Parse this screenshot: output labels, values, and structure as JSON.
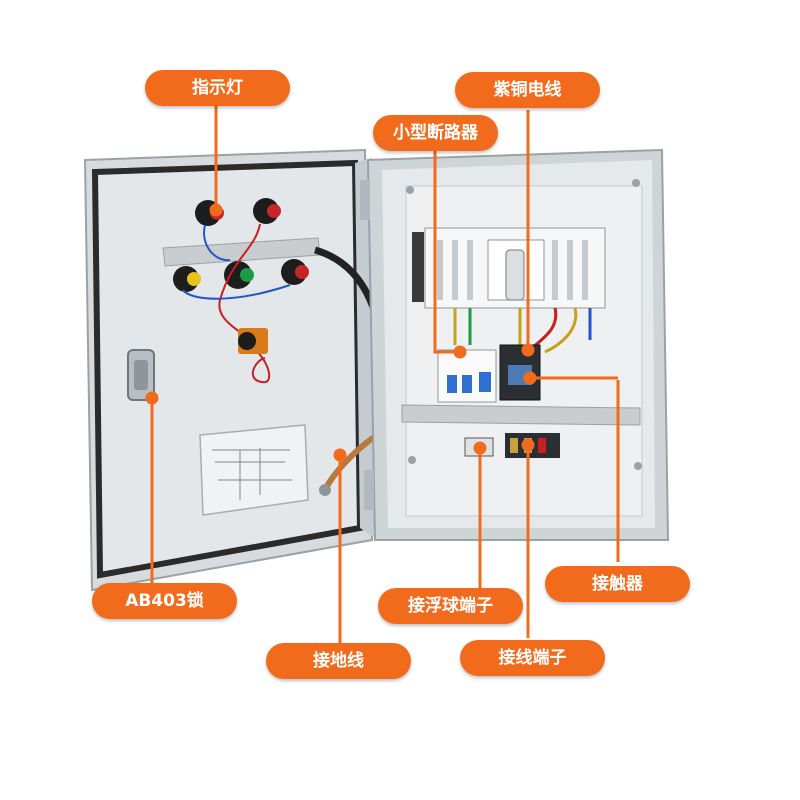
{
  "callouts": {
    "indicator_light": "指示灯",
    "copper_wire": "紫铜电线",
    "mini_breaker": "小型断路器",
    "ab403_lock": "AB403锁",
    "float_terminal": "接浮球端子",
    "ground_wire": "接地线",
    "contactor": "接触器",
    "wire_terminal": "接线端子"
  },
  "colors": {
    "accent": "#f26b1d",
    "cabinet": "#dfe3e6",
    "cabinet_edge": "#a9b0b6"
  }
}
